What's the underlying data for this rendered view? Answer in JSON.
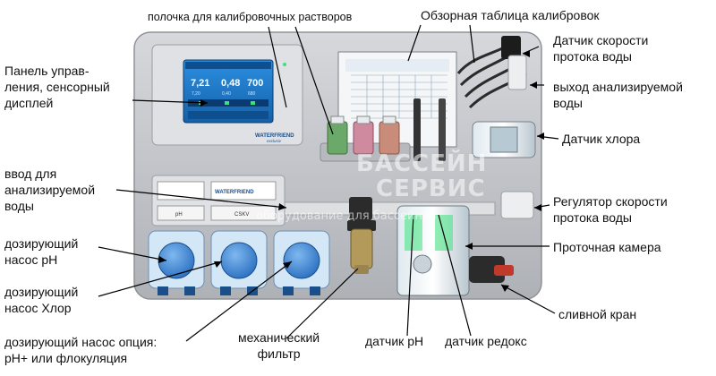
{
  "labels": {
    "shelf": "полочка для калибровочных растворов",
    "table": "Обзорная таблица калибровок",
    "panel": [
      "Панель управ-",
      "ления, сенсорный",
      "дисплей"
    ],
    "flow_sensor": [
      "Датчик скорости",
      "протока воды"
    ],
    "outlet": [
      "выход анализируемой",
      "воды"
    ],
    "chlorine_sensor": "Датчик хлора",
    "inlet": [
      "ввод для",
      "анализируемой",
      "воды"
    ],
    "flow_regulator": [
      "Регулятор скорости",
      "протока воды"
    ],
    "flow_chamber": "Проточная камера",
    "pump_ph": [
      "дозирующий",
      "насос pH"
    ],
    "pump_chlorine": [
      "дозирующий",
      "насос Хлор"
    ],
    "drain_valve": "сливной кран",
    "pump_option": [
      "дозирующий насос опция:",
      "pH+ или флокуляция"
    ],
    "filter": [
      "механический",
      "фильтр"
    ],
    "ph_sensor": "датчик pH",
    "redox_sensor": "датчик редокс"
  },
  "display": {
    "values": [
      "7,21",
      "0,48",
      "700"
    ],
    "sub": [
      "7,20",
      "0,40",
      "680"
    ],
    "brand": "WATERFRIEND",
    "sub_brand": "exclusiv"
  },
  "module": {
    "brand": "WATERFRIEND",
    "left_label": "pH",
    "right_label": "CSKV"
  },
  "watermark": {
    "line1": "БАССЕЙН",
    "line2": "СЕРВИС",
    "line3": "оборудование для бассейнов"
  },
  "colors": {
    "housing": "#c9cbcf",
    "screen": "#1f7fd1",
    "pump": "#4a90d9",
    "accent_green": "#39e27a"
  }
}
